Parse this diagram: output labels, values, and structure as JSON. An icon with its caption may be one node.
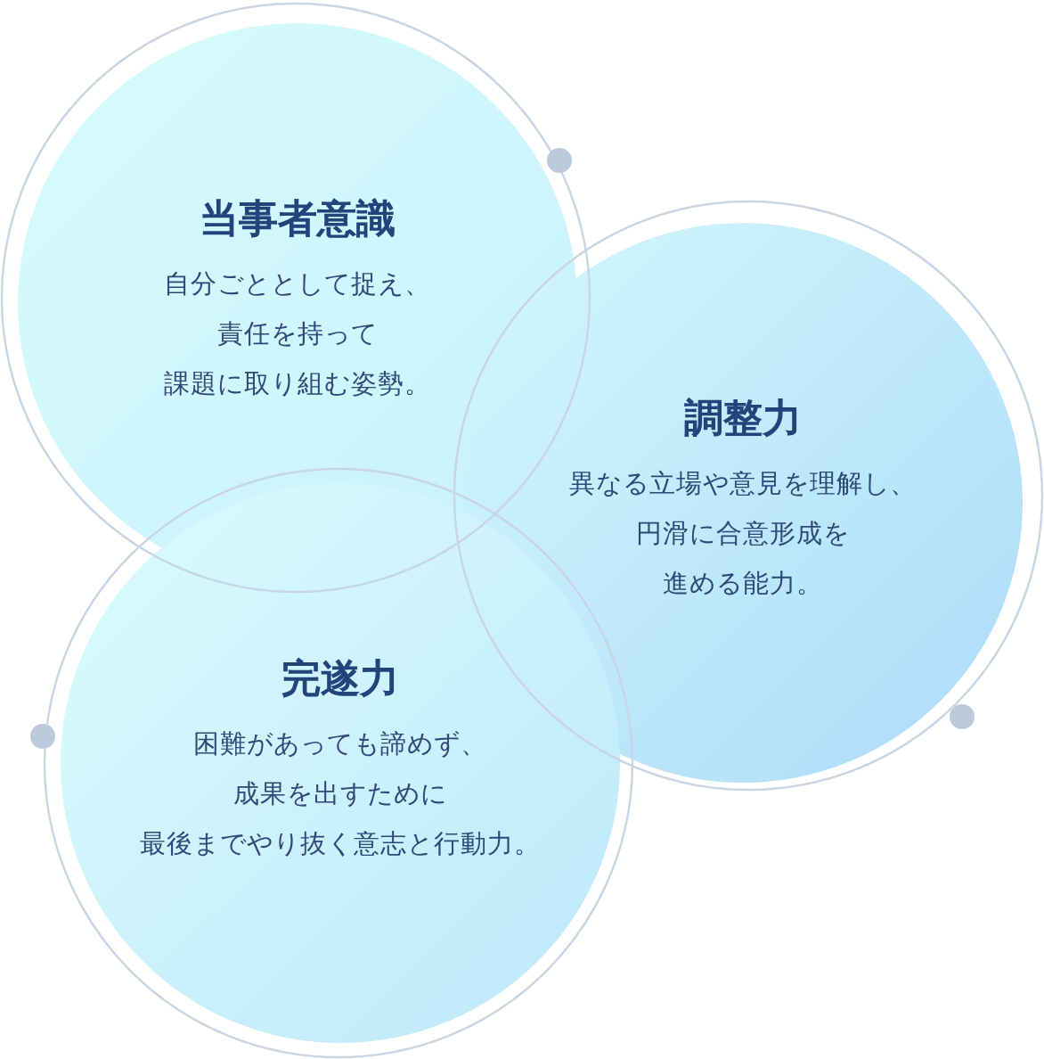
{
  "diagram": {
    "nodes": [
      {
        "text": [
          "当事者意識",
          "自分ごととして捉え、責任を持って課題に取り組む姿勢。"
        ]
      },
      {
        "text": [
          "調整力",
          "異なる立場や意見を理解し、円滑に合意形成を進める能力。"
        ]
      },
      {
        "text": [
          "完遂力",
          "困難があっても諦めず、成果を出すために最後までやり抜く意志と行動力。"
        ]
      }
    ]
  }
}
